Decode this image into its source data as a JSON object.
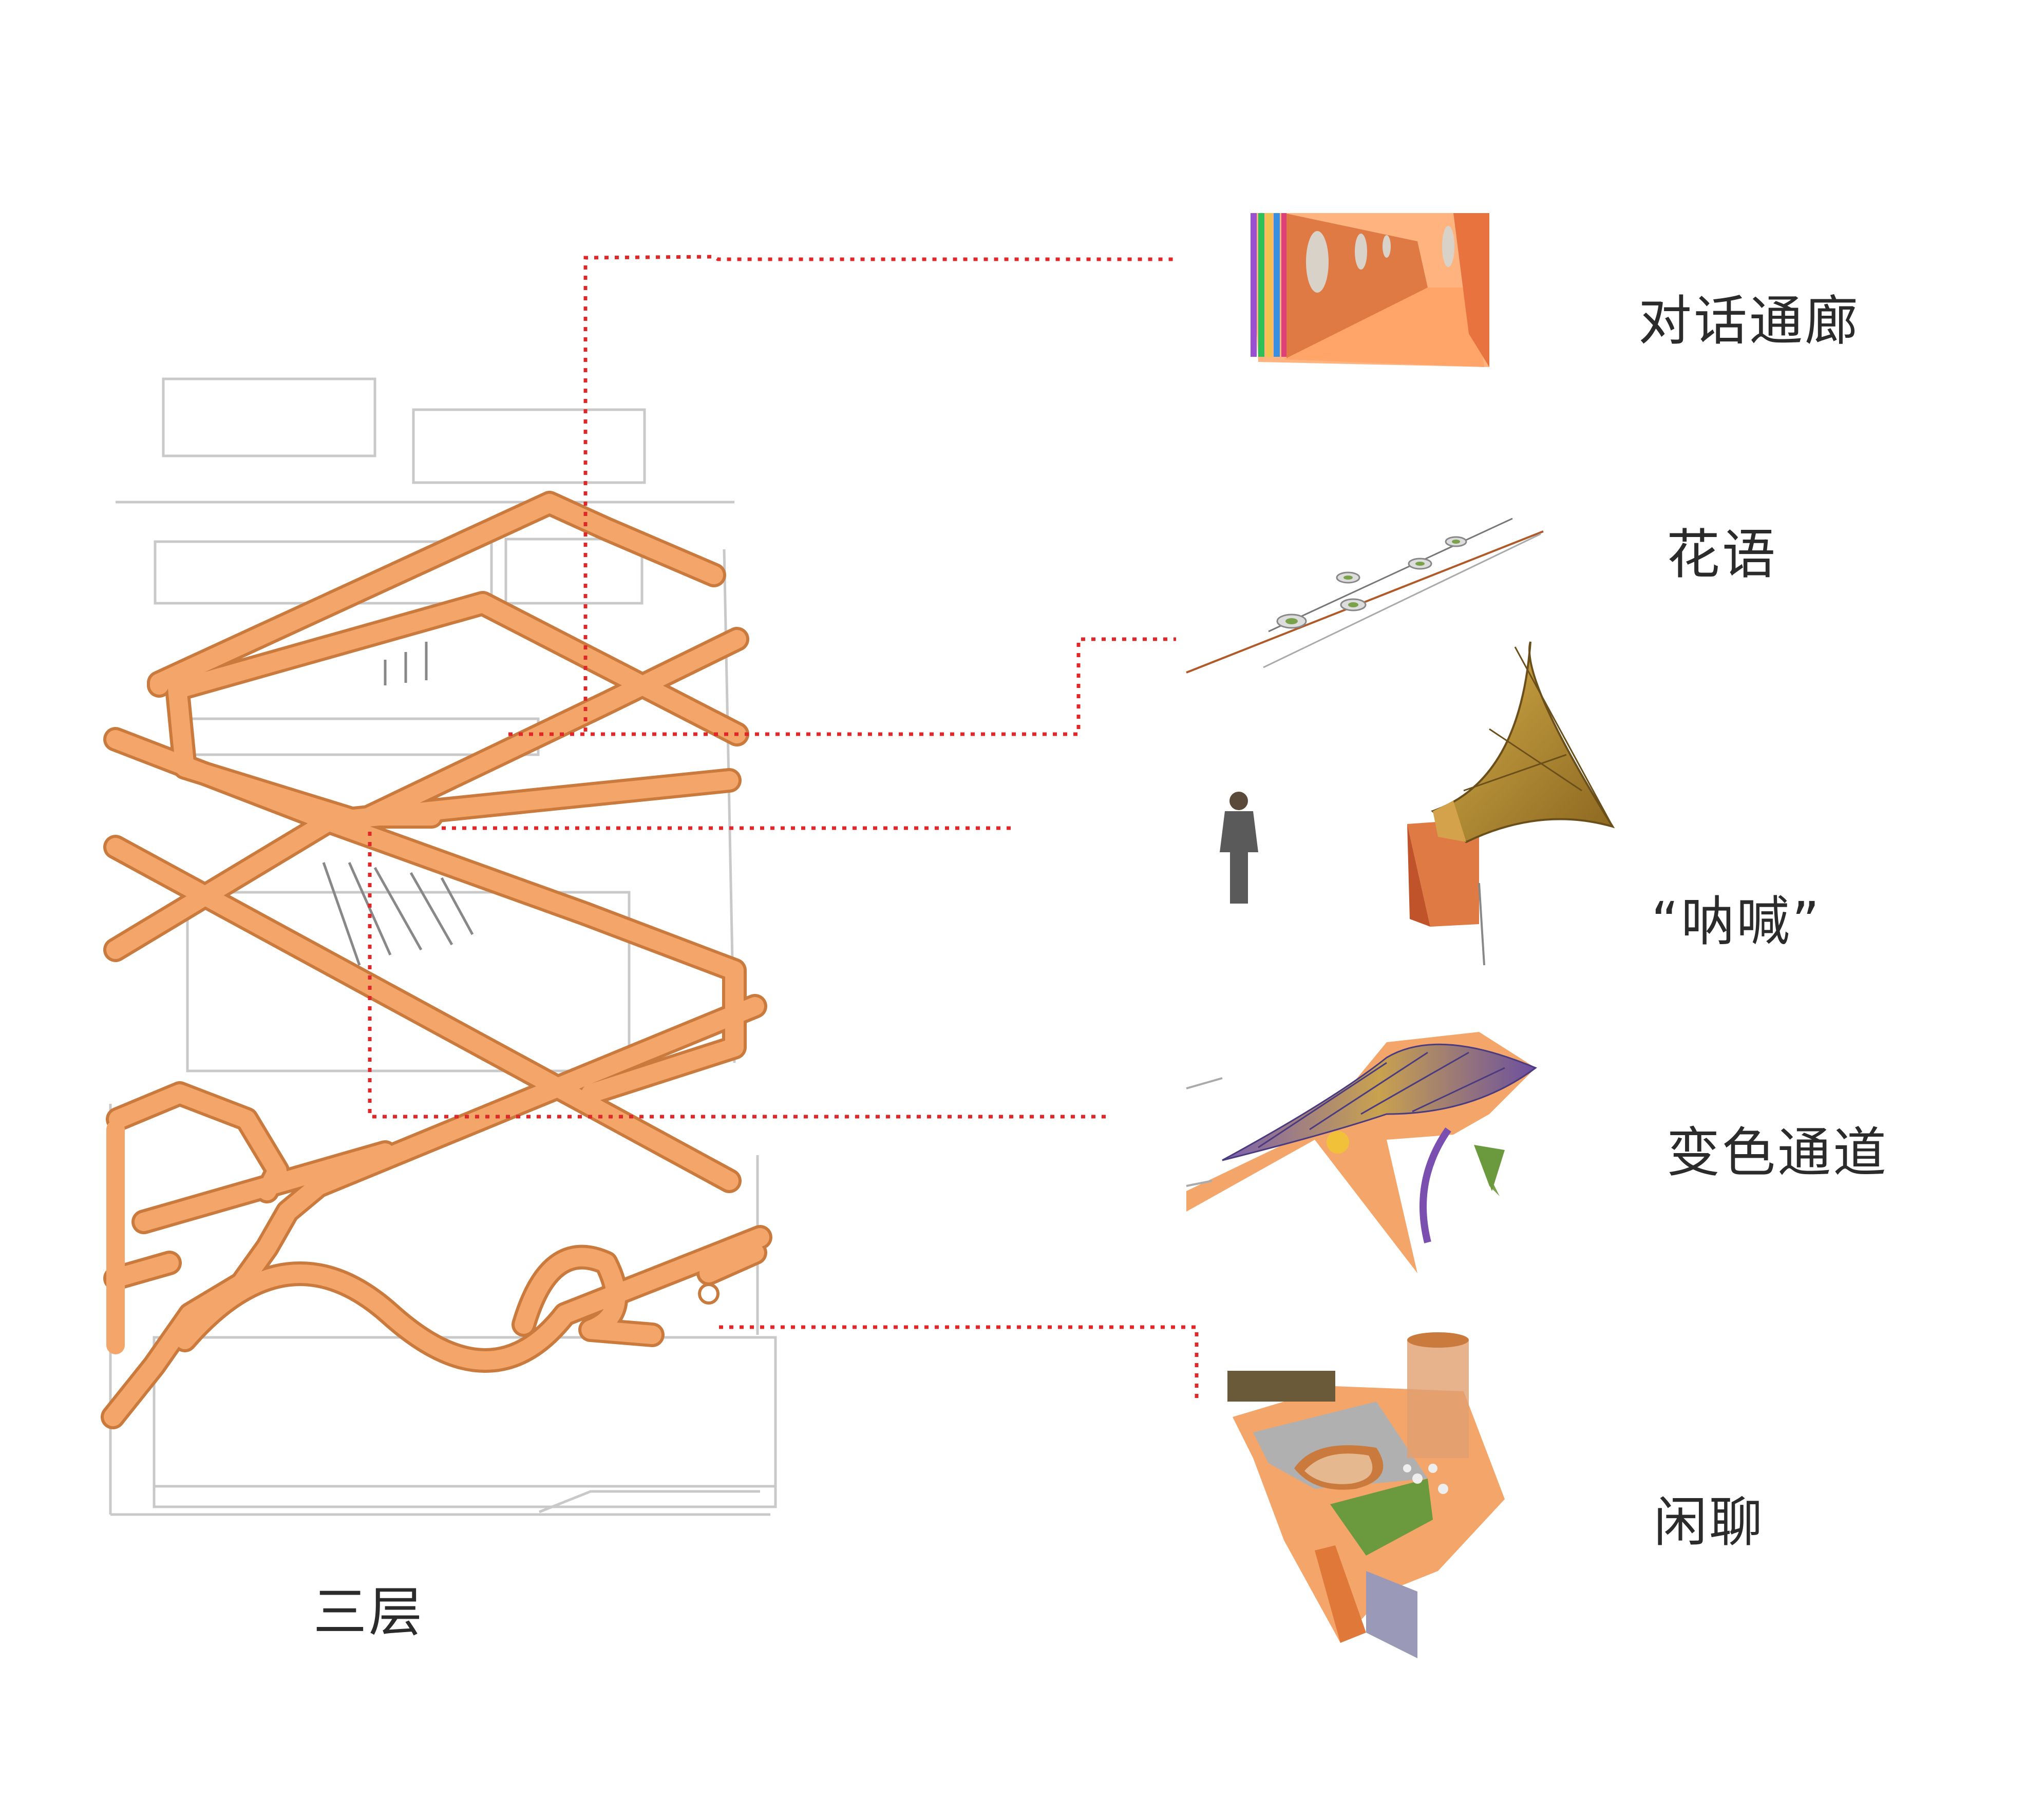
{
  "floor_label": "三层",
  "features": [
    {
      "label": "对话通廊"
    },
    {
      "label": "花语"
    },
    {
      "label": "“呐喊”"
    },
    {
      "label": "变色通道"
    },
    {
      "label": "闲聊"
    }
  ],
  "colors": {
    "path_orange": "#f4a66a",
    "path_edge": "#c97a3c",
    "leader_red": "#e0282a",
    "plan_lines": "#c9c9c9",
    "text": "#2b2b2b"
  }
}
